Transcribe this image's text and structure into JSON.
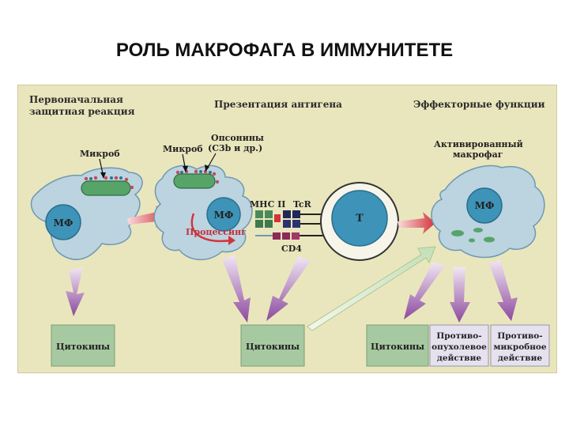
{
  "title": "РОЛЬ МАКРОФАГА В ИММУНИТЕТЕ",
  "sections": {
    "primary_line1": "Первоначальная",
    "primary_line2": "защитная реакция",
    "presentation": "Презентация антигена",
    "effector": "Эффекторные функции"
  },
  "labels": {
    "microbe1": "Микроб",
    "microbe2": "Микроб",
    "opsonins_line1": "Опсонины",
    "opsonins_line2": "(С3b и др.)",
    "processing": "Процессинг",
    "mhc": "MHC II",
    "tcr": "TcR",
    "cd4": "CD4",
    "t_cell": "T",
    "mf1": "МФ",
    "mf2": "МФ",
    "mf3": "МФ",
    "activated_line1": "Активированный",
    "activated_line2": "макрофаг"
  },
  "boxes": {
    "cyto1": "Цитокины",
    "cyto2": "Цитокины",
    "cyto3": "Цитокины",
    "antitumor_line1": "Противо-",
    "antitumor_line2": "опухолевое",
    "antitumor_line3": "действие",
    "antimicrobial_line1": "Противо-",
    "antimicrobial_line2": "микробное",
    "antimicrobial_line3": "действие"
  },
  "colors": {
    "background": "#e9e6bd",
    "cell": "#bcd3e0",
    "nucleus": "#3d93b8",
    "microbe": "#57a469",
    "box": "#a7c9a1",
    "arrow_red": "#d3333b",
    "arrow_purple": "#8c4a9e",
    "arrow_green": "#c4dfb6"
  }
}
